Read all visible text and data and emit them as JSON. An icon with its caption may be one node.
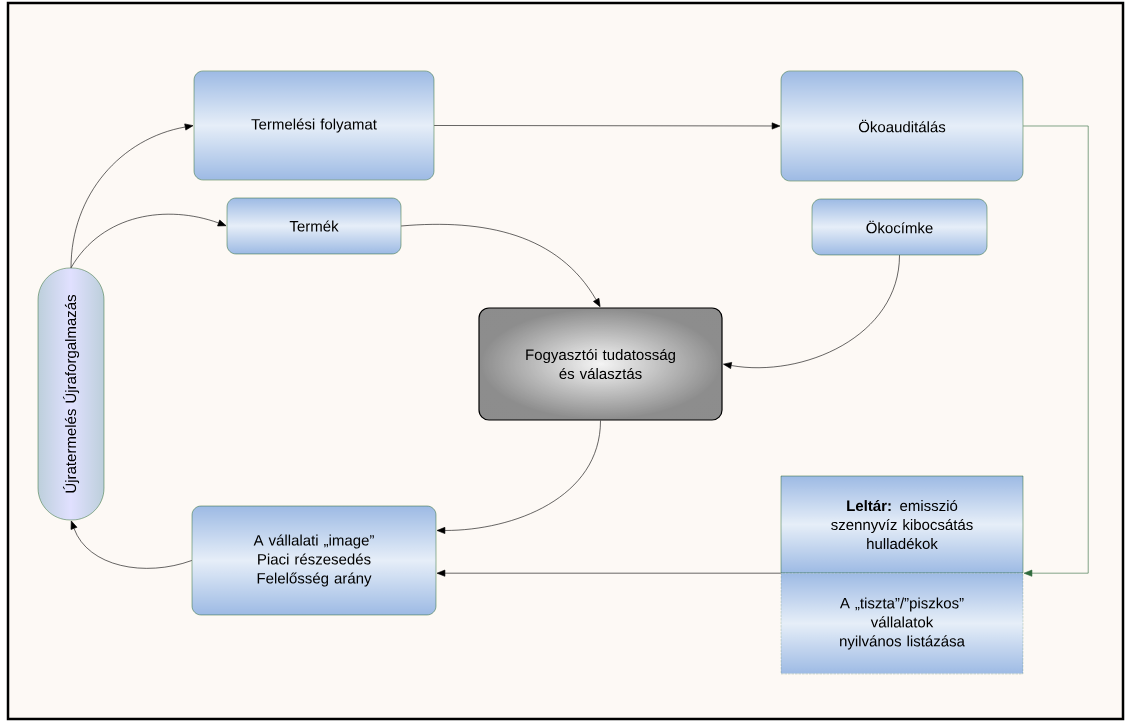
{
  "diagram": {
    "nodes": [
      {
        "text": [
          "Újratermelés Újraforgalmazás"
        ]
      },
      {
        "text": [
          "Termelési folyamat"
        ]
      },
      {
        "text": [
          "Ökoauditálás"
        ]
      },
      {
        "text": [
          "Termék"
        ]
      },
      {
        "text": [
          "Ökocímke"
        ]
      },
      {
        "text": [
          "Fogyasztói tudatosság és választás"
        ]
      },
      {
        "text": [
          "A vállalati „image” Piaci részesedés Felelősség arány"
        ]
      },
      {
        "text": [
          "**Leltár:** emisszió szennyvíz kibocsátás hulladékok"
        ]
      },
      {
        "text": [
          "A „tiszta”/”piszkos” vállalatok nyilvános listázása"
        ]
      }
    ],
    "edges": [
      {
        "from": 0,
        "to": 1,
        "arrow": "to"
      },
      {
        "from": 0,
        "to": 3,
        "arrow": "to"
      },
      {
        "from": 1,
        "to": 2,
        "arrow": "to"
      },
      {
        "from": 3,
        "to": 5,
        "arrow": "to"
      },
      {
        "from": 4,
        "to": 5,
        "arrow": "to"
      },
      {
        "from": 5,
        "to": 6,
        "arrow": "to"
      },
      {
        "from": 2,
        "to": 7,
        "arrow": "to",
        "color": "#2f6a3c"
      },
      {
        "from": 7,
        "to": 6,
        "arrow": "to"
      },
      {
        "from": 6,
        "to": 0,
        "arrow": "to"
      }
    ]
  }
}
